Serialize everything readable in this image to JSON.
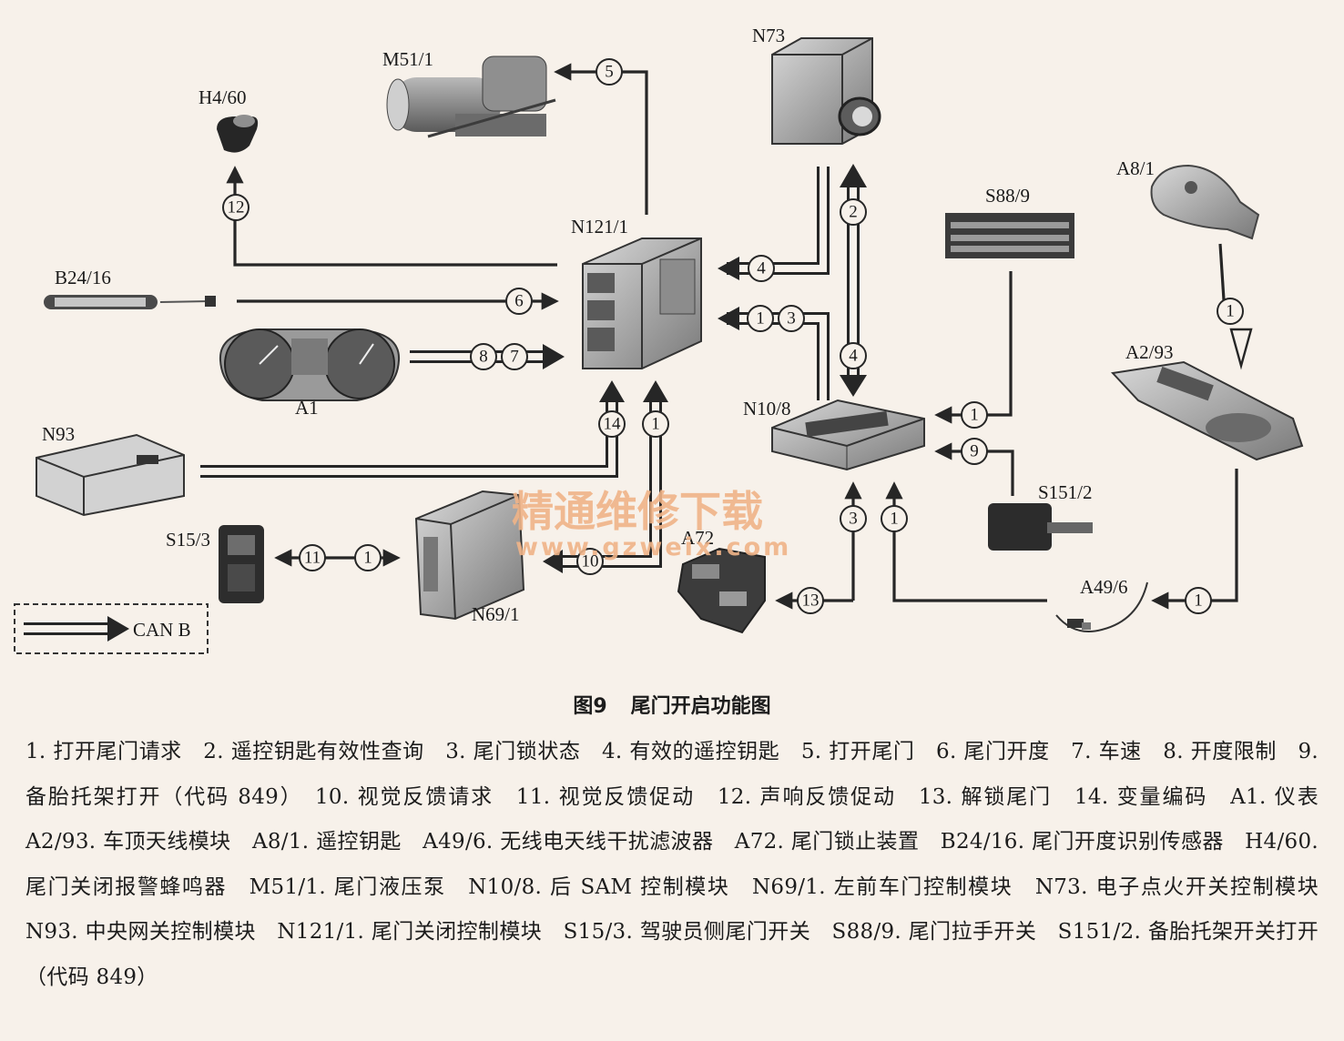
{
  "components": {
    "M51_1": "M51/1",
    "N73": "N73",
    "H4_60": "H4/60",
    "N121_1": "N121/1",
    "S88_9": "S88/9",
    "A8_1": "A8/1",
    "B24_16": "B24/16",
    "A2_93": "A2/93",
    "A1": "A1",
    "N10_8": "N10/8",
    "N93": "N93",
    "S151_2": "S151/2",
    "S15_3": "S15/3",
    "A72": "A72",
    "N69_1": "N69/1",
    "A49_6": "A49/6"
  },
  "signals": {
    "s1": "1",
    "s2": "2",
    "s3": "3",
    "s4": "4",
    "s5": "5",
    "s6": "6",
    "s7": "7",
    "s8": "8",
    "s9": "9",
    "s10": "10",
    "s11": "11",
    "s12": "12",
    "s13": "13",
    "s14": "14"
  },
  "can_legend": "CAN B",
  "watermark": {
    "text": "精通维修下载",
    "url": "www.gzweix.com"
  },
  "caption": {
    "figure": "图9",
    "title": "尾门开启功能图"
  },
  "legend_text": "1. 打开尾门请求　2. 遥控钥匙有效性查询　3. 尾门锁状态　4. 有效的遥控钥匙　5. 打开尾门　6. 尾门开度　7. 车速　8. 开度限制　9. 备胎托架打开（代码 849）　10. 视觉反馈请求　11. 视觉反馈促动　12. 声响反馈促动　13. 解锁尾门　14. 变量编码　A1. 仪表　A2/93. 车顶天线模块　A8/1. 遥控钥匙　A49/6. 无线电天线干扰滤波器　A72. 尾门锁止装置　B24/16. 尾门开度识别传感器　H4/60. 尾门关闭报警蜂鸣器　M51/1. 尾门液压泵　N10/8. 后 SAM 控制模块　N69/1. 左前车门控制模块　N73. 电子点火开关控制模块　N93. 中央网关控制模块　N121/1. 尾门关闭控制模块　S15/3. 驾驶员侧尾门开关　S88/9. 尾门拉手开关　S151/2. 备胎托架开关打开（代码 849）",
  "colors": {
    "background": "#f7f1ea",
    "line": "#262626",
    "watermark": "#f0b488"
  }
}
